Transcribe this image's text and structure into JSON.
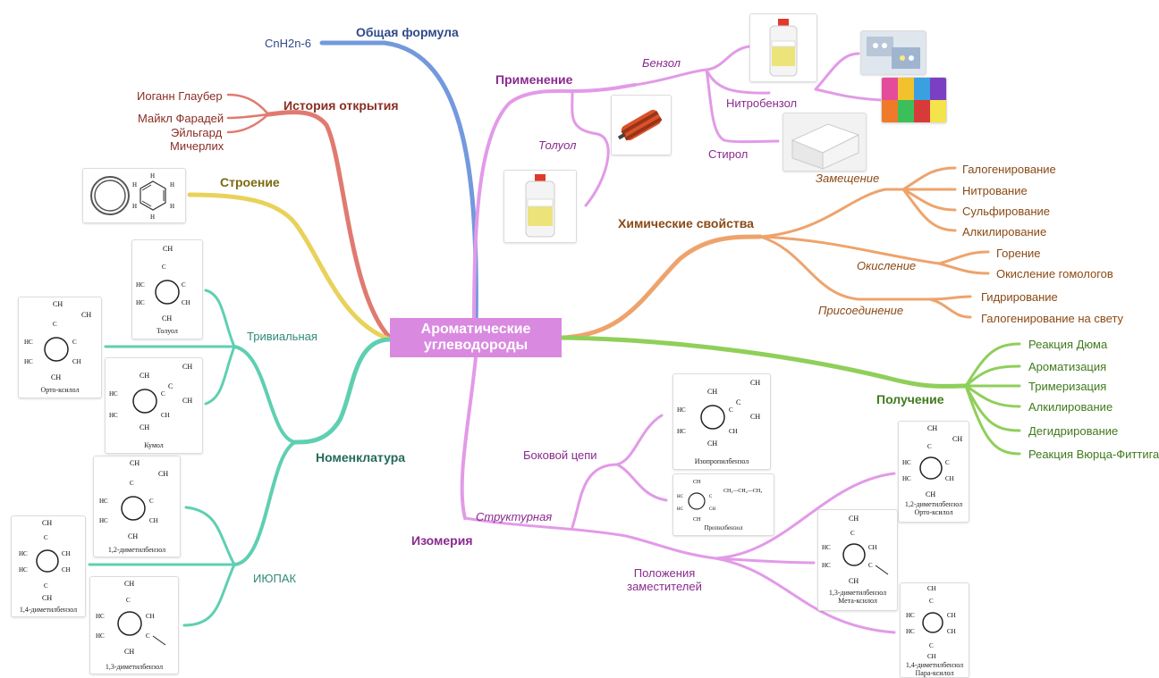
{
  "center": {
    "line1": "Ароматические",
    "line2": "углеводороды"
  },
  "colors": {
    "blue": "#7399dd",
    "red": "#e07a70",
    "yellow": "#e8d25a",
    "teal": "#5fcfb2",
    "violet": "#e29ae8",
    "orange": "#eea36c",
    "green": "#8fcf5a"
  },
  "formula": {
    "title": "Общая формула",
    "value": "CnH2n-6"
  },
  "history": {
    "title": "История открытия",
    "items": [
      "Иоганн Глаубер",
      "Майкл Фарадей",
      "Эйльгард",
      "Мичерлих"
    ]
  },
  "structure": {
    "title": "Строение"
  },
  "nomenclature": {
    "title": "Номенклатура",
    "trivial": "Тривиальная",
    "iupac": "ИЮПАК",
    "toluene": "Толуол",
    "orthoxylene": "Орто-ксилол",
    "cumene": "Кумол",
    "dimethyl12": "1,2-диметилбензол",
    "dimethyl14": "1,4-диметилбензол",
    "dimethyl13": "1,3-диметилбензол"
  },
  "application": {
    "title": "Применение",
    "benzene": "Бензол",
    "nitrobenzene": "Нитробензол",
    "styrene": "Стирол",
    "toluene": "Толуол"
  },
  "chemical": {
    "title": "Химические свойства",
    "substitution": "Замещение",
    "substitution_items": [
      "Галогенирование",
      "Нитрование",
      "Сульфирование",
      "Алкилирование"
    ],
    "oxidation": "Окисление",
    "oxidation_items": [
      "Горение",
      "Окисление гомологов"
    ],
    "addition": "Присоединение",
    "addition_items": [
      "Гидрирование",
      "Галогенирование на свету"
    ]
  },
  "production": {
    "title": "Получение",
    "items": [
      "Реакция Дюма",
      "Ароматизация",
      "Тримеризация",
      "Алкилирование",
      "Дегидрирование",
      "Реакция Вюрца-Фиттига"
    ]
  },
  "isomerism": {
    "title": "Изомерия",
    "structural": "Структурная",
    "side_chains": "Боковой цепи",
    "positions_line1": "Положения",
    "positions_line2": "заместителей",
    "isopropyl": "Изопропилбензол",
    "propyl": "Пропилбензол",
    "iso12_line1": "1,2-диметилбензол",
    "iso12_line2": "Орто-ксилол",
    "iso13_line1": "1,3-диметилбензол",
    "iso13_line2": "Мета-ксилол",
    "iso14_line1": "1,4-диметилбензол",
    "iso14_line2": "Пара-ксилол"
  }
}
